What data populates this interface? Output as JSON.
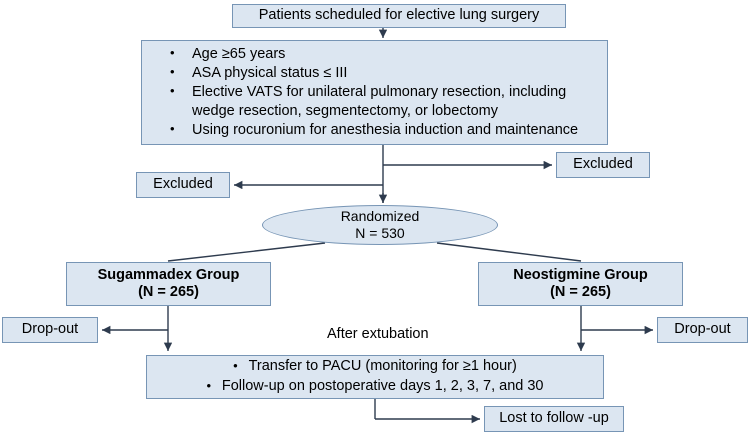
{
  "diagram": {
    "title": "CONSORT-style patient flow diagram",
    "colors": {
      "node_fill": "#dce6f1",
      "node_border": "#7795b5",
      "line": "#2e3b4e",
      "text": "#000000"
    },
    "nodes": {
      "top": {
        "label": "Patients scheduled for elective lung surgery"
      },
      "criteria": {
        "items": [
          "Age ≥65 years",
          "ASA physical status ≤ III",
          "Elective VATS for unilateral pulmonary resection, including wedge resection, segmentectomy, or lobectomy",
          "Using rocuronium for anesthesia induction and maintenance"
        ]
      },
      "excluded_right": {
        "label": "Excluded"
      },
      "excluded_left": {
        "label": "Excluded"
      },
      "randomized": {
        "line1": "Randomized",
        "line2": "N = 530"
      },
      "sugammadex_group": {
        "line1": "Sugammadex Group",
        "line2": "(N = 265)"
      },
      "neostigmine_group": {
        "line1": "Neostigmine Group",
        "line2": "(N = 265)"
      },
      "dropout_left": {
        "label": "Drop-out"
      },
      "dropout_right": {
        "label": "Drop-out"
      },
      "after_extubation": {
        "label": "After extubation"
      },
      "followup": {
        "items": [
          "Transfer to PACU (monitoring for ≥1 hour)",
          "Follow-up on postoperative days 1, 2, 3, 7, and 30"
        ]
      },
      "lost_to_followup": {
        "label": "Lost to follow -up"
      }
    }
  }
}
